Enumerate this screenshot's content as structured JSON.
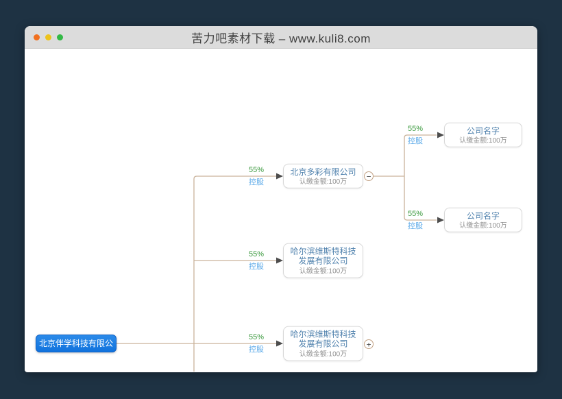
{
  "window": {
    "title": "苦力吧素材下载 – www.kuli8.com",
    "traffic_lights": {
      "close": "#f1701f",
      "minimize": "#edc31c",
      "zoom": "#33b946"
    }
  },
  "colors": {
    "background": "#1e3243",
    "titlebar": "#dcdcdc",
    "connector_line": "#c9b29a",
    "arrowhead": "#4d4d4d",
    "percent_green": "#3c9a3f",
    "relation_blue": "#58a8e8",
    "node_title_blue": "#4f81ad",
    "node_subtitle_gray": "#909090",
    "root_node_blue": "#1173dd"
  },
  "tree": {
    "toggles": {
      "collapse": "−",
      "expand": "+"
    },
    "root": {
      "name": "北京伴学科技有限公司"
    },
    "children": [
      {
        "name": "北京多彩有限公司",
        "amount": "认缴金额:100万",
        "percent": "55%",
        "relation": "控股",
        "toggle": "collapse",
        "children": [
          {
            "name": "公司名字",
            "amount": "认缴金额:100万",
            "percent": "55%",
            "relation": "控股"
          },
          {
            "name": "公司名字",
            "amount": "认缴金额:100万",
            "percent": "55%",
            "relation": "控股"
          }
        ]
      },
      {
        "name": "哈尔滨维斯特科技发展有限公司",
        "amount": "认缴金额:100万",
        "percent": "55%",
        "relation": "控股"
      },
      {
        "name": "哈尔滨维斯特科技发展有限公司",
        "amount": "认缴金额:100万",
        "percent": "55%",
        "relation": "控股",
        "toggle": "expand"
      }
    ]
  }
}
